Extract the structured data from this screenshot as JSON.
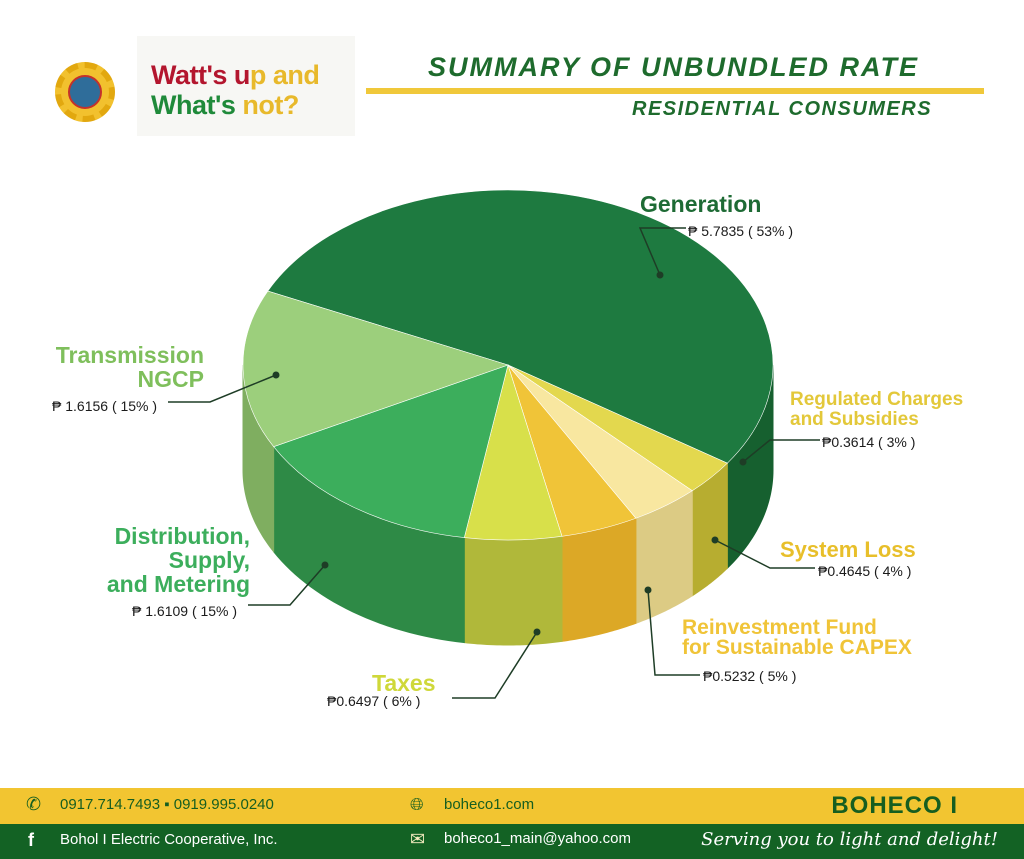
{
  "header": {
    "tagline_line1a": "Watt's u",
    "tagline_line1b": "p and",
    "tagline_line2a": "What's ",
    "tagline_line2b": "not?",
    "title": "SUMMARY OF UNBUNDLED RATE",
    "subtitle": "RESIDENTIAL CONSUMERS"
  },
  "chart_data": {
    "type": "pie",
    "title": "SUMMARY OF UNBUNDLED RATE - RESIDENTIAL CONSUMERS",
    "currency": "₱",
    "slices": [
      {
        "name": "Generation",
        "value": 5.7835,
        "percent": 53,
        "label_text": "₱ 5.7835 ( 53% )",
        "color": "#1e7a40",
        "side": "#16602f",
        "label_color": "#1e6b35"
      },
      {
        "name": "Regulated Charges and Subsidies",
        "value": 0.3614,
        "percent": 3,
        "label_text": "₱0.3614 ( 3% )",
        "color": "#e3d84e",
        "side": "#b7ad30",
        "label_color": "#e3c83a"
      },
      {
        "name": "System Loss",
        "value": 0.4645,
        "percent": 4,
        "label_text": "₱0.4645 ( 4% )",
        "color": "#f8e7a0",
        "side": "#dccb84",
        "label_color": "#e8bf2a"
      },
      {
        "name": "Reinvestment Fund for Sustainable CAPEX",
        "value": 0.5232,
        "percent": 5,
        "label_text": "₱0.5232 ( 5% )",
        "color": "#f0c438",
        "side": "#dca826",
        "label_color": "#f0c438"
      },
      {
        "name": "Taxes",
        "value": 0.6497,
        "percent": 6,
        "label_text": "₱0.6497 ( 6% )",
        "color": "#d8e04a",
        "side": "#b0b83a",
        "label_color": "#cfd83a"
      },
      {
        "name": "Distribution, Supply, and Metering",
        "value": 1.6109,
        "percent": 15,
        "label_text": "₱ 1.6109 ( 15% )",
        "color": "#3cae5c",
        "side": "#2e8a46",
        "label_color": "#3cae5c"
      },
      {
        "name": "Transmission NGCP",
        "value": 1.6156,
        "percent": 15,
        "label_text": "₱ 1.6156 ( 15% )",
        "color": "#9ccf7c",
        "side": "#7fae60",
        "label_color": "#7fbf5c"
      }
    ],
    "label_lines": {
      "generation": [
        "Generation"
      ],
      "regulated": [
        "Regulated Charges",
        "and Subsidies"
      ],
      "system_loss": [
        "System Loss"
      ],
      "reinvestment": [
        "Reinvestment Fund",
        "for Sustainable CAPEX"
      ],
      "taxes": [
        "Taxes"
      ],
      "distribution": [
        "Distribution,",
        "Supply,",
        "and Metering"
      ],
      "transmission": [
        "Transmission",
        "NGCP"
      ]
    }
  },
  "footer": {
    "phones": "0917.714.7493 ▪ 0919.995.0240",
    "website": "boheco1.com",
    "brand": "BOHECO I",
    "facebook": "Bohol I Electric Cooperative, Inc.",
    "email": "boheco1_main@yahoo.com",
    "slogan": "Serving you to light and delight!"
  }
}
